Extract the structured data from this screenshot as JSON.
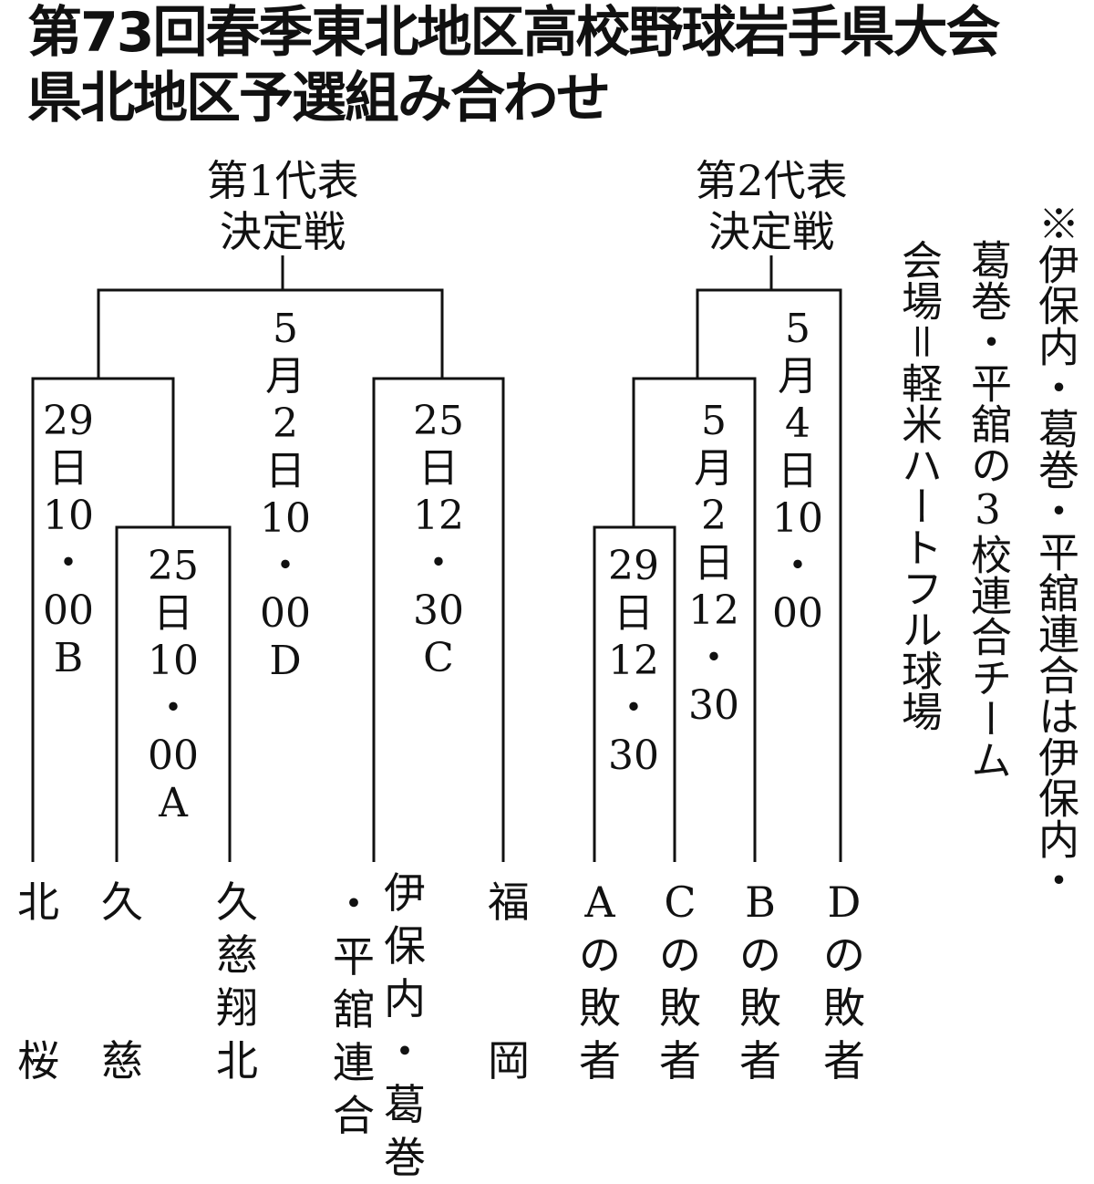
{
  "title": {
    "line1": "第73回春季東北地区高校野球岩手県大会",
    "line2": "県北地区予選組み合わせ"
  },
  "finals": {
    "first": {
      "line1": "第1代表",
      "line2": "決定戦"
    },
    "second": {
      "line1": "第2代表",
      "line2": "決定戦"
    }
  },
  "matches": {
    "b": [
      "29",
      "日",
      "10",
      "・",
      "00",
      "B"
    ],
    "a": [
      "25",
      "日",
      "10",
      "・",
      "00",
      "A"
    ],
    "d": [
      "5",
      "月",
      "2",
      "日",
      "10",
      "・",
      "00",
      "D"
    ],
    "c": [
      "25",
      "日",
      "12",
      "・",
      "30",
      "C"
    ],
    "r1": [
      "29",
      "日",
      "12",
      "・",
      "30"
    ],
    "r2": [
      "5",
      "月",
      "2",
      "日",
      "12",
      "・",
      "30"
    ],
    "r3": [
      "5",
      "月",
      "4",
      "日",
      "10",
      "・",
      "00"
    ]
  },
  "teams": {
    "kitasakura": [
      "北",
      "",
      "",
      "桜"
    ],
    "kuji": [
      "久",
      "",
      "",
      "慈"
    ],
    "kujishohoku": [
      "久",
      "慈",
      "翔",
      "北"
    ],
    "rengo_col1": [
      "伊",
      "保",
      "内",
      "・",
      "葛",
      "巻"
    ],
    "rengo_col2": [
      "・",
      "平",
      "舘",
      "連",
      "合"
    ],
    "fukuoka": [
      "福",
      "",
      "",
      "岡"
    ],
    "loser_a": [
      "A",
      "の",
      "敗",
      "者"
    ],
    "loser_c": [
      "C",
      "の",
      "敗",
      "者"
    ],
    "loser_b": [
      "B",
      "の",
      "敗",
      "者"
    ],
    "loser_d": [
      "D",
      "の",
      "敗",
      "者"
    ]
  },
  "notes": {
    "line1": "※伊保内・葛巻・平舘連合は伊保内・",
    "line2": "葛巻・平舘の3校連合チーム",
    "line3": "会場＝軽米ハートフル球場"
  }
}
